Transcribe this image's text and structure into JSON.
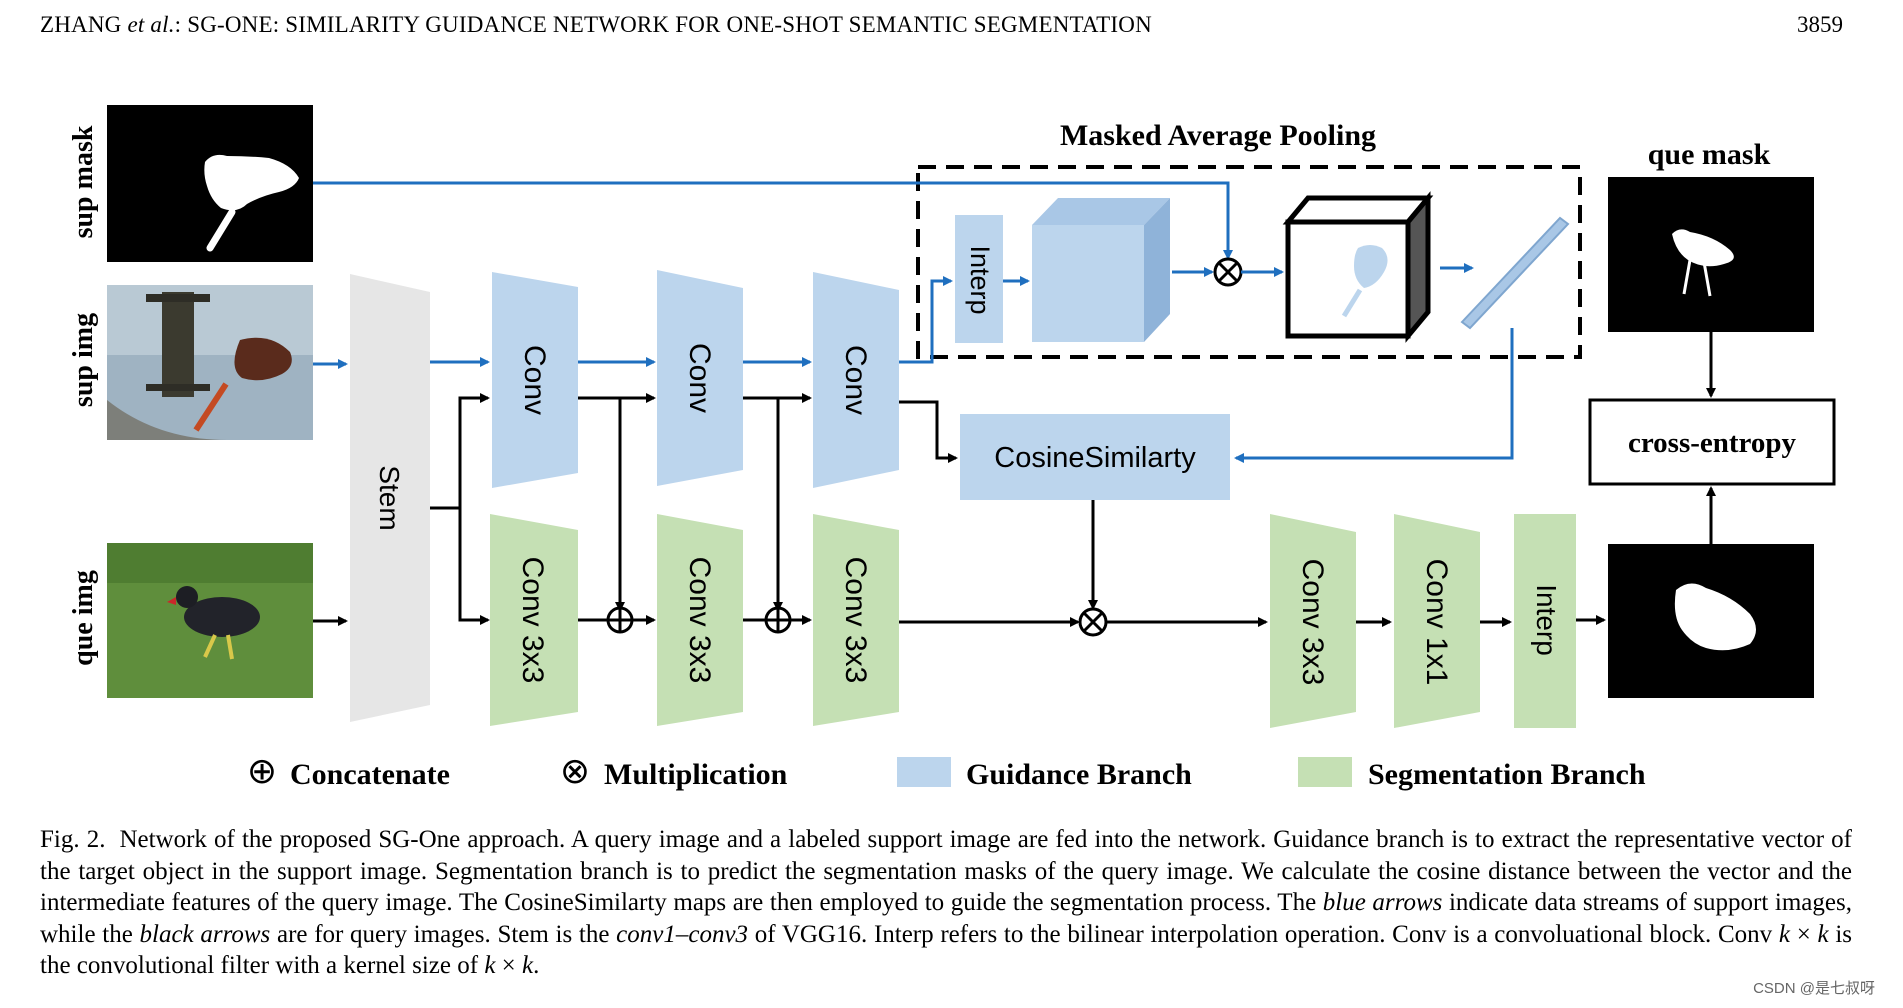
{
  "header": {
    "title": "ZHANG et al.: SG-ONE: SIMILARITY GUIDANCE NETWORK FOR ONE-SHOT SEMANTIC SEGMENTATION",
    "title_author": "ZHANG ",
    "title_etal": "et al.",
    "title_rest": ": SG-ONE: SIMILARITY GUIDANCE NETWORK FOR ONE-SHOT SEMANTIC SEGMENTATION",
    "page_number": "3859"
  },
  "diagram": {
    "colors": {
      "guidance": "#bcd5ed",
      "segmentation": "#c5e0b4",
      "stem": "#e6e6e6",
      "blue_arrow": "#1f6fbf",
      "black_arrow": "#000000"
    },
    "inputs": {
      "sup_mask": "sup mask",
      "sup_img": "sup img",
      "que_img": "que img"
    },
    "stem": "Stem",
    "guidance_blocks": [
      "Conv",
      "Conv",
      "Conv"
    ],
    "segmentation_blocks": [
      "Conv 3x3",
      "Conv 3x3",
      "Conv 3x3"
    ],
    "head_blocks": [
      "Conv 3x3",
      "Conv 1x1",
      "Interp"
    ],
    "map_label": "Masked Average Pooling",
    "map_interp": "Interp",
    "cosine": "CosineSimilarty",
    "que_mask": "que mask",
    "loss": "cross-entropy",
    "legend": {
      "concatenate_symbol": "⊕",
      "concatenate": "Concatenate",
      "multiplication_symbol": "⊗",
      "multiplication": "Multiplication",
      "guidance": "Guidance Branch",
      "segmentation": "Segmentation Branch"
    }
  },
  "caption": {
    "fig": "Fig. 2.",
    "p1": "Network of the proposed SG-One approach. A query image and a labeled support image are fed into the network. Guidance branch is to extract the representative vector of the target object in the support image. Segmentation branch is to predict the segmentation masks of the query image. We calculate the cosine distance between the vector and the intermediate features of the query image. The CosineSimilarty maps are then employed to guide the segmentation process. The ",
    "blue_arrows": "blue arrows",
    "p2": " indicate data streams of support images, while the ",
    "black_arrows": "black arrows",
    "p3": " are for query images. Stem is the ",
    "conv13": "conv1–conv3",
    "p4": " of VGG16. Interp refers to the bilinear interpolation operation. Conv is a convoluational block. Conv ",
    "k1": "k",
    "times1": " × ",
    "k2": "k",
    "p5": " is the convolutional filter with a kernel size of ",
    "k3": "k",
    "times2": " × ",
    "k4": "k",
    "p6": "."
  },
  "watermark": "CSDN @是七叔呀"
}
